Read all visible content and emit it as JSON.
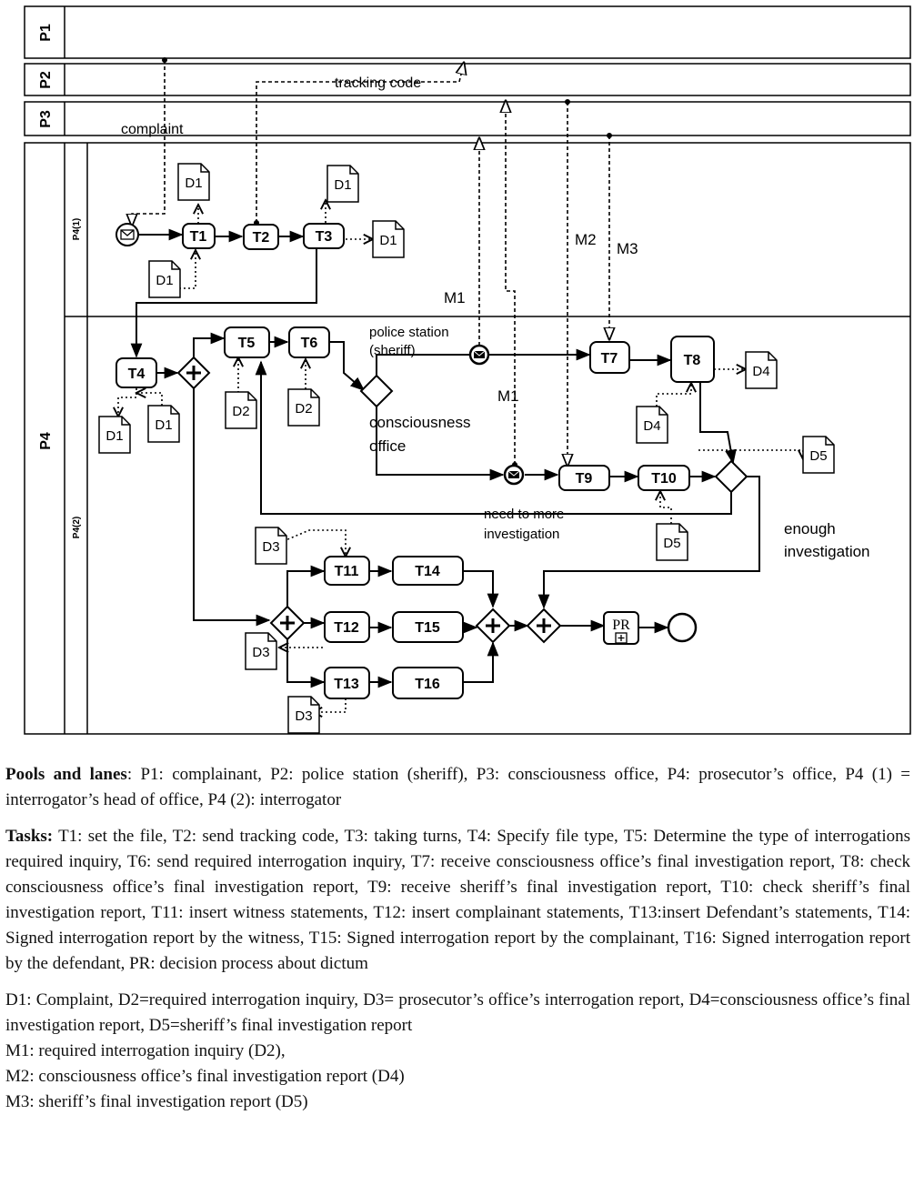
{
  "pools": {
    "p1": "P1",
    "p2": "P2",
    "p3": "P3",
    "p4": "P4",
    "lane1": "P4(1)",
    "lane2": "P4(2)"
  },
  "tasks": {
    "t1": "T1",
    "t2": "T2",
    "t3": "T3",
    "t4": "T4",
    "t5": "T5",
    "t6": "T6",
    "t7": "T7",
    "t8": "T8",
    "t9": "T9",
    "t10": "T10",
    "t11": "T11",
    "t12": "T12",
    "t13": "T13",
    "t14": "T14",
    "t15": "T15",
    "t16": "T16",
    "pr": "PR"
  },
  "docs": {
    "d1": "D1",
    "d2": "D2",
    "d3": "D3",
    "d4": "D4",
    "d5": "D5"
  },
  "messages": {
    "m1": "M1",
    "m2": "M2",
    "m3": "M3"
  },
  "labels": {
    "complaint": "complaint",
    "tracking_code": "tracking code",
    "police_station": "police station",
    "sheriff": "(sheriff)",
    "consciousness": "consciousness",
    "office": "office",
    "need_more": "need to more",
    "investigation": "investigation",
    "enough": "enough",
    "investigation2": "investigation"
  },
  "legend": {
    "pools_heading": "Pools and lanes",
    "pools_text": ": P1: complainant, P2: police station (sheriff), P3: consciousness office, P4: prosecutor’s office, P4 (1) = interrogator’s head of office, P4 (2): interrogator",
    "tasks_heading": "Tasks:",
    "tasks_text": " T1: set the file, T2: send tracking code, T3: taking turns, T4: Specify file type, T5: Determine the type of interrogations required inquiry, T6: send required interrogation inquiry, T7: receive consciousness office’s final investigation report, T8: check consciousness office’s final investigation report, T9: receive sheriff’s final investigation report, T10: check sheriff’s final investigation report, T11: insert witness statements, T12: insert complainant statements, T13:insert Defendant’s statements, T14: Signed interrogation report by the witness, T15: Signed interrogation report by the complainant, T16: Signed interrogation report by the defendant, PR: decision process about dictum",
    "docs_text": "D1: Complaint, D2=required interrogation inquiry, D3= prosecutor’s office’s interrogation report, D4=consciousness office’s final investigation report, D5=sheriff’s final investigation report",
    "m1_text": "M1: required interrogation inquiry (D2),",
    "m2_text": "M2: consciousness office’s final investigation report (D4)",
    "m3_text": "M3: sheriff’s final investigation report (D5)"
  }
}
